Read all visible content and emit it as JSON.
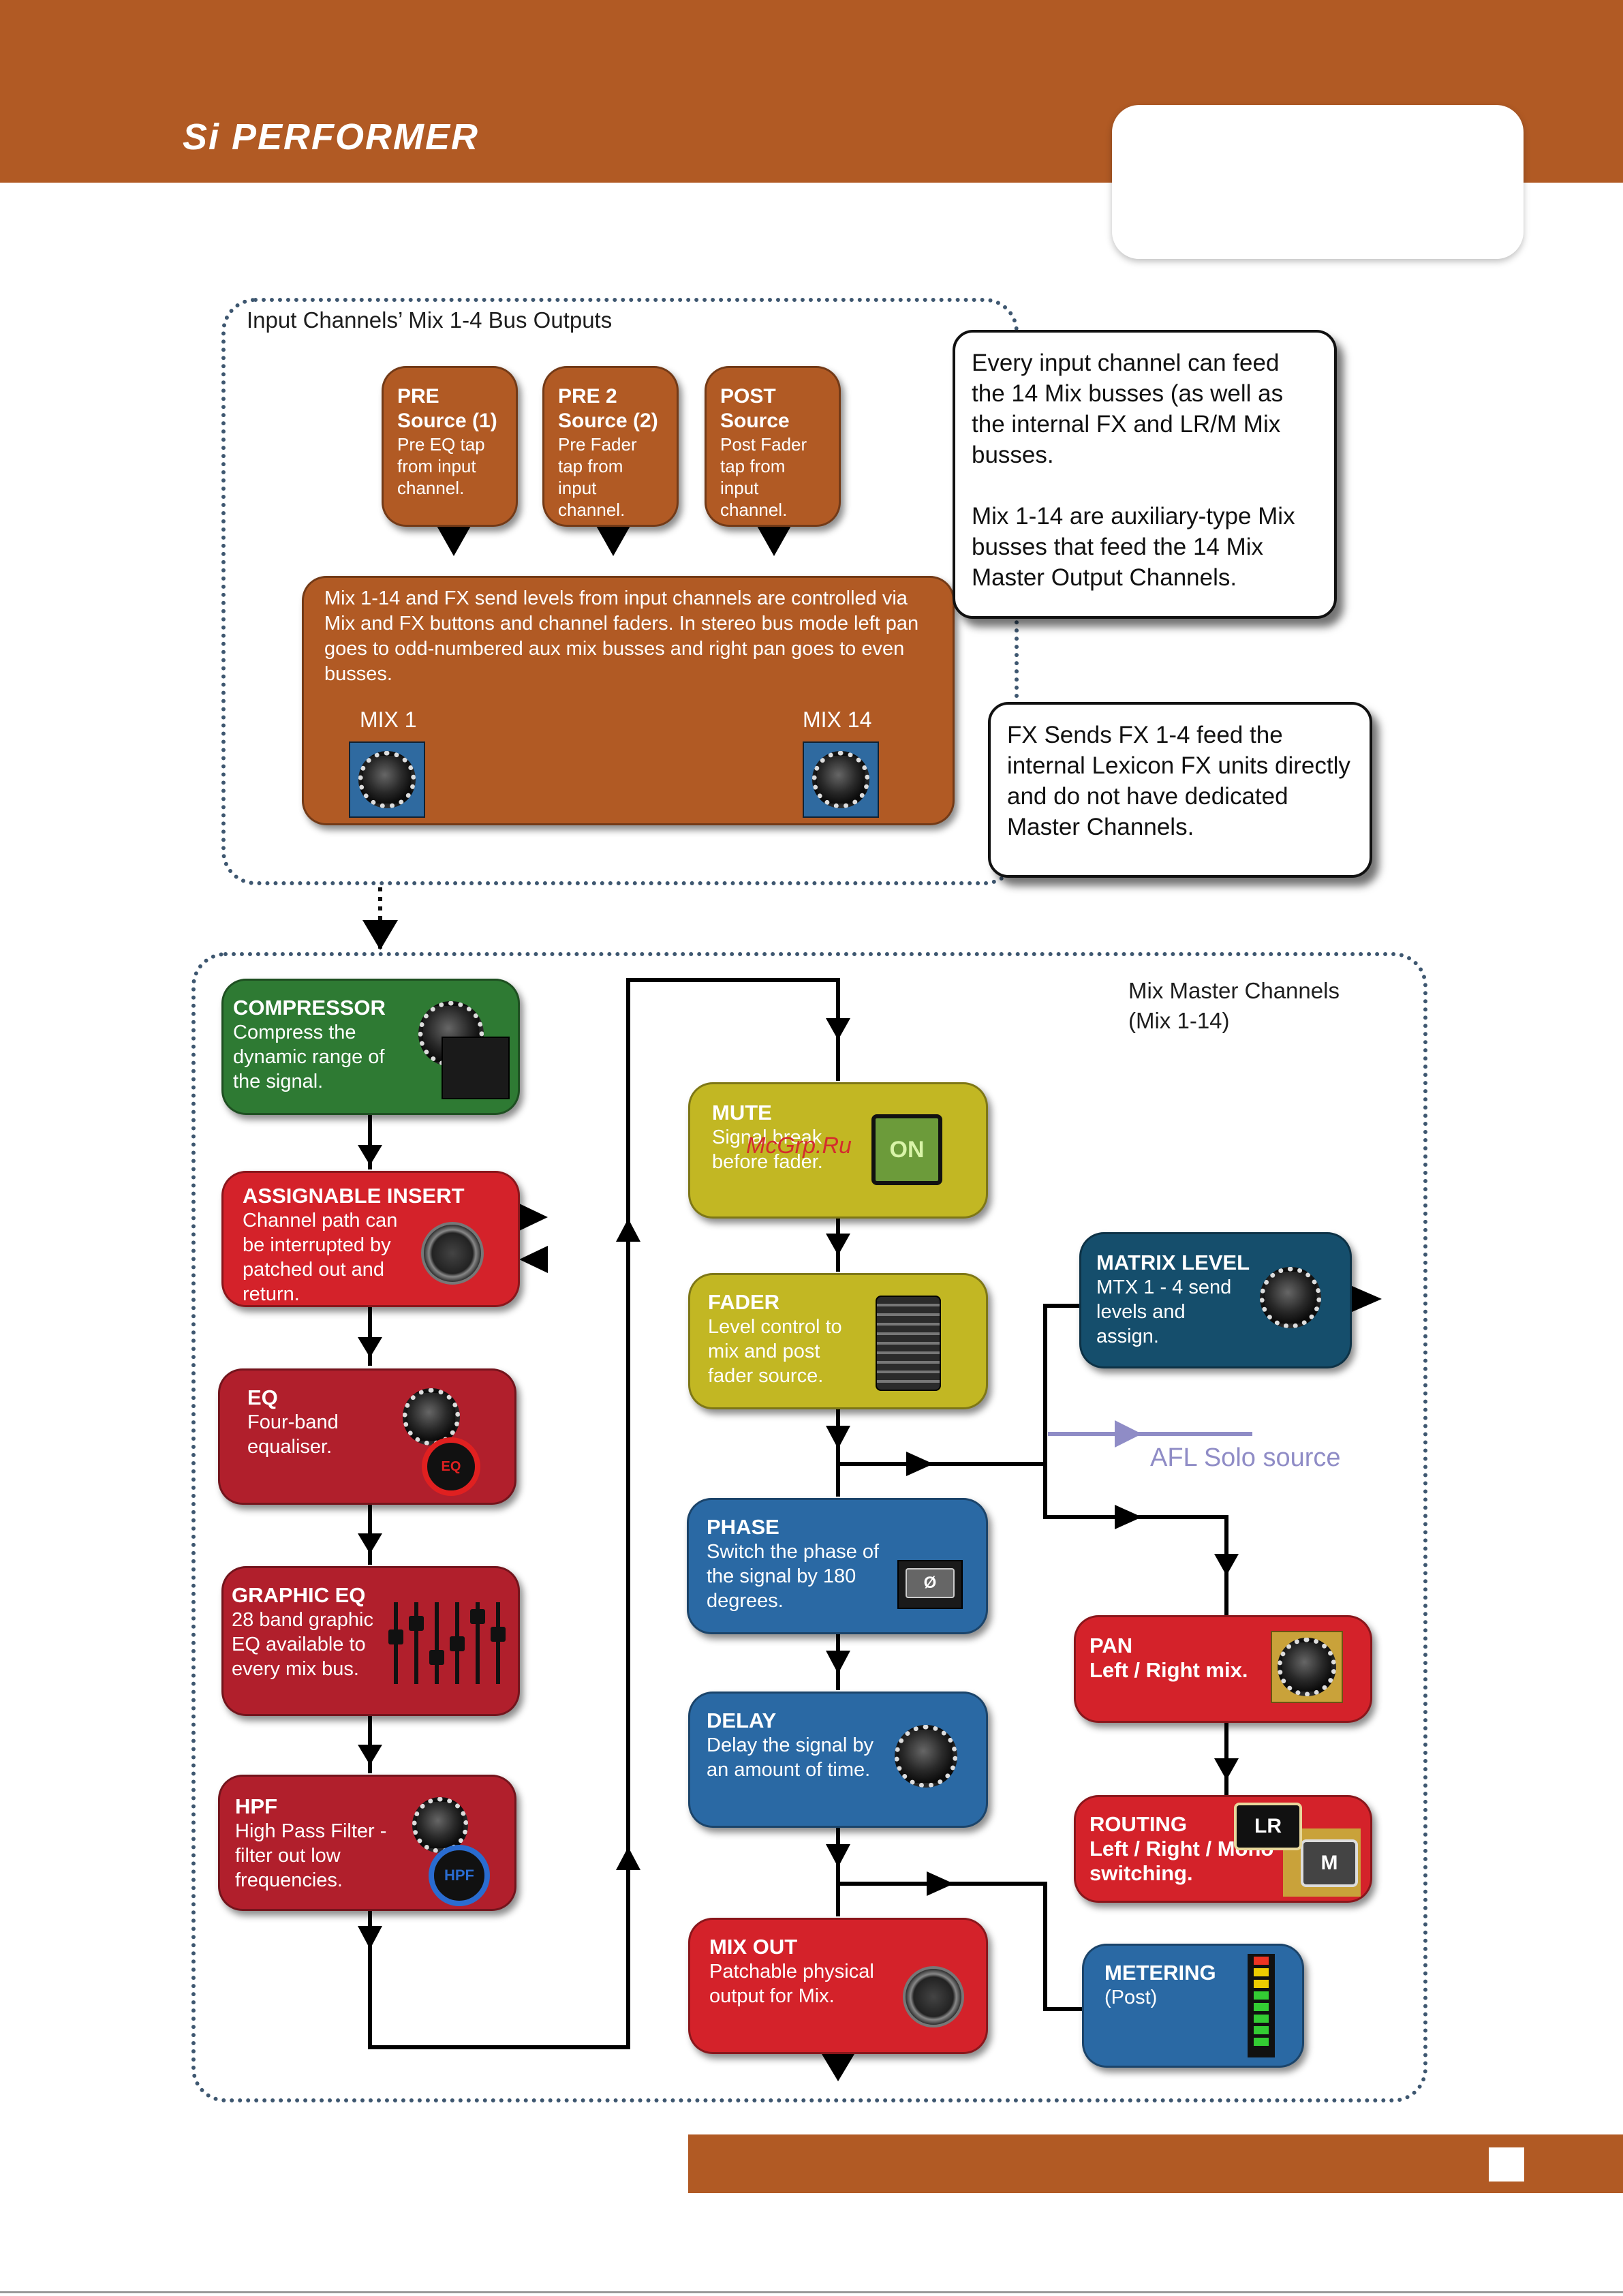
{
  "header": {
    "brand": "Si PERFORMER"
  },
  "input_panel": {
    "title": "Input Channels’ Mix 1-4 Bus Outputs",
    "sources": [
      {
        "title": "PRE Source (1)",
        "desc": "Pre EQ tap from input channel."
      },
      {
        "title": "PRE 2 Source (2)",
        "desc": "Pre Fader tap from input channel."
      },
      {
        "title": "POST Source",
        "desc": "Post Fader tap from input channel."
      }
    ],
    "send_block": {
      "text": "Mix 1-14 and FX send levels from input channels are controlled via Mix and FX buttons and channel faders. In stereo bus mode left pan goes to odd-numbered aux mix busses and right pan goes to even busses.",
      "knob_left_label": "MIX 1",
      "knob_right_label": "MIX 14"
    }
  },
  "callouts": {
    "mix_busses": [
      "Every input channel can feed the 14 Mix busses (as well as the internal FX and LR/M Mix busses.",
      "Mix 1-14 are auxiliary-type Mix busses that feed the 14 Mix Master Output Channels."
    ],
    "fx_sends": "FX Sends FX 1-4  feed the internal Lexicon FX units directly and do not have dedicated Master Channels."
  },
  "master_panel": {
    "title_line1": "Mix Master Channels",
    "title_line2": "(Mix  1-14)"
  },
  "blocks": {
    "compressor": {
      "title": "COMPRESSOR",
      "desc": "Compress the dynamic range of the signal."
    },
    "insert": {
      "title": "ASSIGNABLE INSERT",
      "desc": "Channel path can be interrupted by patched out and return."
    },
    "eq": {
      "title": "EQ",
      "desc": "Four-band equaliser.",
      "btn": "EQ"
    },
    "graphic_eq": {
      "title": "GRAPHIC EQ",
      "desc": "28 band graphic EQ available to every mix bus."
    },
    "hpf": {
      "title": "HPF",
      "desc": "High Pass Filter - filter out low frequencies.",
      "btn": "HPF"
    },
    "mute": {
      "title": "MUTE",
      "desc": "Signal break before fader.",
      "btn": "ON"
    },
    "fader": {
      "title": "FADER",
      "desc": "Level control to mix and post fader source."
    },
    "phase": {
      "title": "PHASE",
      "desc": "Switch the phase of the signal by 180 degrees.",
      "btn": "Ø"
    },
    "delay": {
      "title": "DELAY",
      "desc": "Delay the signal by an amount of time."
    },
    "mix_out": {
      "title": "MIX OUT",
      "desc": "Patchable physical output for Mix."
    },
    "matrix": {
      "title": "MATRIX LEVEL",
      "desc": "MTX 1 - 4 send levels and assign."
    },
    "pan": {
      "title": "PAN",
      "desc": "Left / Right mix."
    },
    "routing": {
      "title": "ROUTING",
      "desc": "Left / Right / Mono switching.",
      "btn_lr": "LR",
      "btn_m": "M"
    },
    "metering": {
      "title": "METERING",
      "desc": "(Post)"
    }
  },
  "afl_label": "AFL Solo source",
  "watermark": "McGrp.Ru",
  "colors": {
    "brand_brown": "#b15a24",
    "compressor_green": "#2e7a33",
    "insert_red": "#d4222a",
    "eq_crimson": "#b11f2c",
    "mute_olive": "#c2b723",
    "phase_blue": "#2a69a4",
    "matrix_navy": "#154e6c",
    "afl_lavender": "#8f8cc6"
  }
}
